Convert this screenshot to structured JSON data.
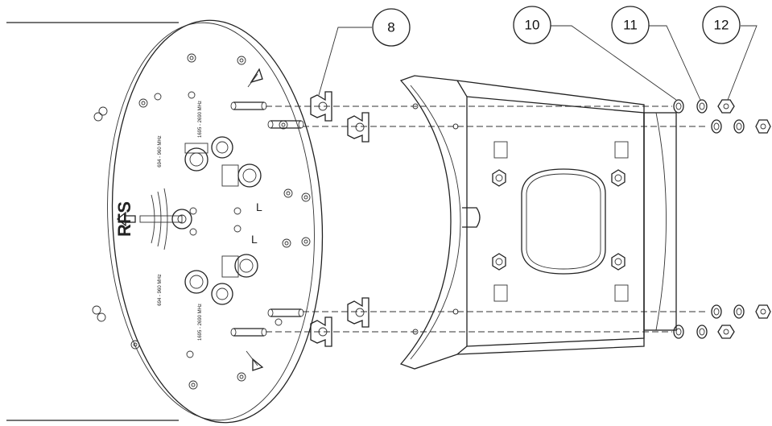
{
  "callouts": [
    {
      "id": "8",
      "label": "8"
    },
    {
      "id": "10",
      "label": "10"
    },
    {
      "id": "11",
      "label": "11"
    },
    {
      "id": "12",
      "label": "12"
    }
  ],
  "plate_markings": {
    "brand": "RFS",
    "port_label_left": "L",
    "port_label_right": "L",
    "band_text_a": "1695 - 2690 MHz",
    "band_text_b": "694 - 960 MHz"
  }
}
